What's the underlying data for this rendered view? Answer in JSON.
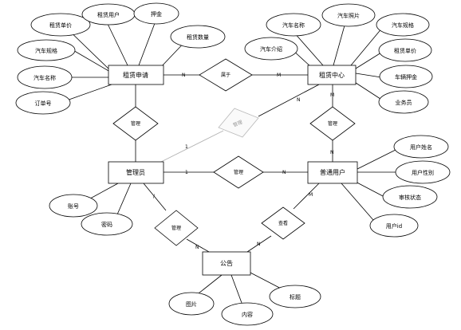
{
  "entities": [
    {
      "id": "rental_app",
      "label": "租赁申请"
    },
    {
      "id": "rental_center",
      "label": "租赁中心"
    },
    {
      "id": "admin",
      "label": "管理员"
    },
    {
      "id": "user",
      "label": "普通用户"
    },
    {
      "id": "notice",
      "label": "公告"
    }
  ],
  "attributes": [
    {
      "id": "ra_price",
      "label": "租赁单价"
    },
    {
      "id": "ra_user",
      "label": "租赁用户"
    },
    {
      "id": "ra_deposit",
      "label": "押金"
    },
    {
      "id": "ra_qty",
      "label": "租赁数量"
    },
    {
      "id": "ra_spec",
      "label": "汽车规格"
    },
    {
      "id": "ra_carname",
      "label": "汽车名称"
    },
    {
      "id": "ra_orderno",
      "label": "订单号"
    },
    {
      "id": "rc_carname",
      "label": "汽车名称"
    },
    {
      "id": "rc_photo",
      "label": "汽车照片"
    },
    {
      "id": "rc_spec",
      "label": "汽车规格"
    },
    {
      "id": "rc_intro",
      "label": "汽车介绍"
    },
    {
      "id": "rc_price",
      "label": "租赁单价"
    },
    {
      "id": "rc_deposit",
      "label": "车辆押金"
    },
    {
      "id": "rc_staff",
      "label": "业务员"
    },
    {
      "id": "u_name",
      "label": "用户姓名"
    },
    {
      "id": "u_gender",
      "label": "用户性别"
    },
    {
      "id": "u_status",
      "label": "审核状态"
    },
    {
      "id": "u_id",
      "label": "用户id"
    },
    {
      "id": "a_account",
      "label": "账号"
    },
    {
      "id": "a_password",
      "label": "密码"
    },
    {
      "id": "n_image",
      "label": "图片"
    },
    {
      "id": "n_content",
      "label": "内容"
    },
    {
      "id": "n_title",
      "label": "标题"
    }
  ],
  "relationships": [
    {
      "id": "belongs",
      "label": "属于"
    },
    {
      "id": "manage_ra",
      "label": "管理"
    },
    {
      "id": "manage_rc",
      "label": "管理",
      "faded": true
    },
    {
      "id": "manage_user",
      "label": "管理"
    },
    {
      "id": "manage_rc_user",
      "label": "管理"
    },
    {
      "id": "manage_notice",
      "label": "管理"
    },
    {
      "id": "view_notice",
      "label": "查看"
    }
  ],
  "cardinalities": [
    {
      "id": "c_ra_belongs",
      "label": "N"
    },
    {
      "id": "c_rc_belongs",
      "label": "M"
    },
    {
      "id": "c_admin_rc",
      "label": "1"
    },
    {
      "id": "c_rc_admin",
      "label": "N"
    },
    {
      "id": "c_admin_user",
      "label": "1"
    },
    {
      "id": "c_user_admin",
      "label": "N"
    },
    {
      "id": "c_rc_user",
      "label": "M"
    },
    {
      "id": "c_user_rc",
      "label": "N"
    },
    {
      "id": "c_admin_notice",
      "label": "/"
    },
    {
      "id": "c_notice_admin",
      "label": "N"
    },
    {
      "id": "c_user_notice",
      "label": "M"
    },
    {
      "id": "c_notice_user",
      "label": "N"
    }
  ]
}
